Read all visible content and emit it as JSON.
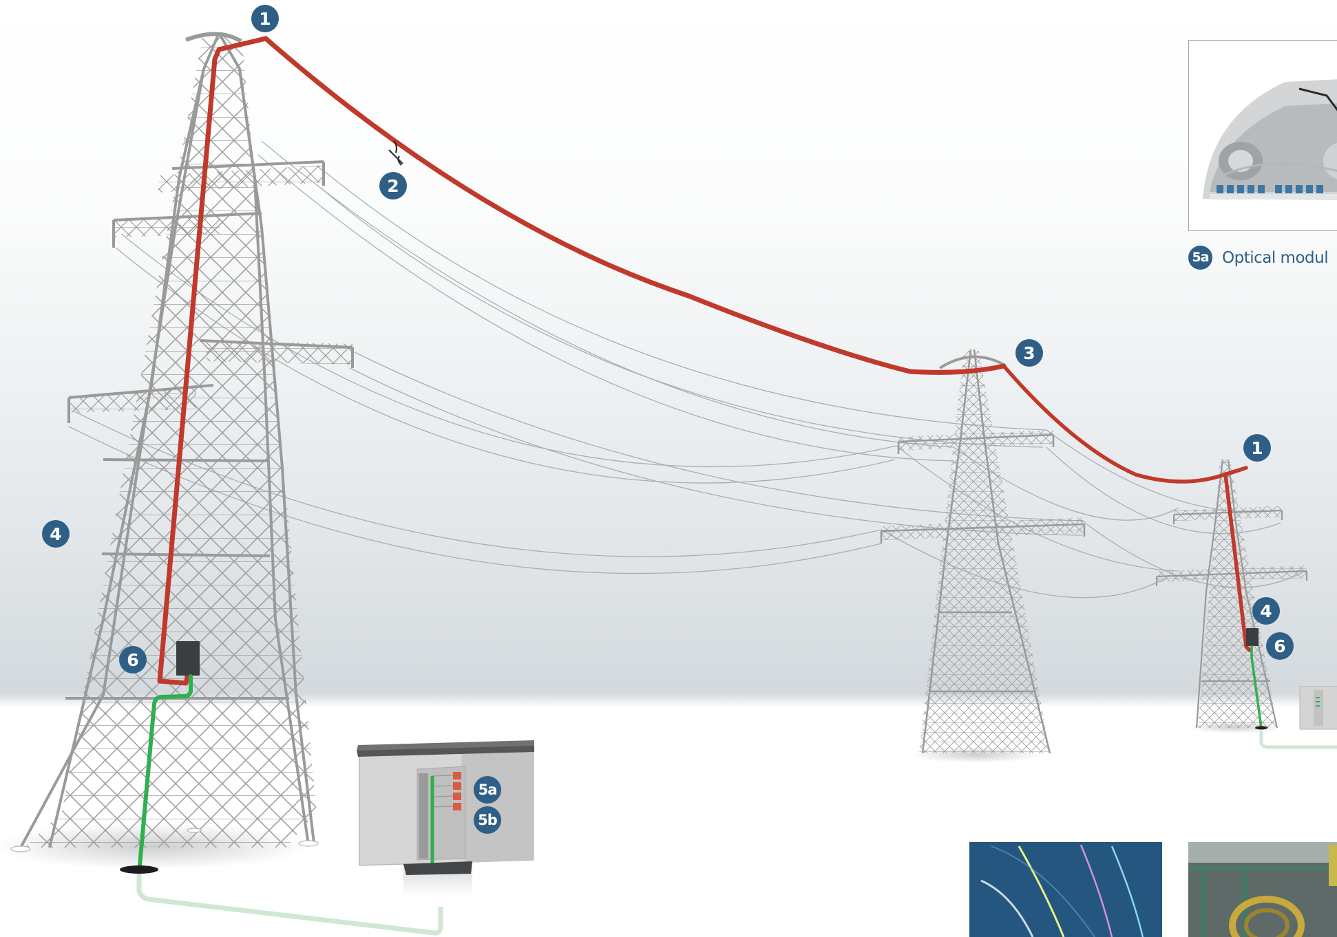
{
  "callouts": {
    "c1_left": "1",
    "c2": "2",
    "c3": "3",
    "c1_right": "1",
    "c4_left": "4",
    "c4_right": "4",
    "c6_left": "6",
    "c6_right": "6",
    "c5a": "5a",
    "c5b": "5b"
  },
  "inset": {
    "badge": "5a",
    "caption": "Optical modul"
  },
  "colors": {
    "opgw_cable": "#c0392b",
    "fiber_cable": "#2eb04f",
    "buried_cable": "#cfe7d3",
    "tower": "#9a9a9a",
    "badge": "#2f5f86",
    "joint_box": "#3c3d3f",
    "cabinet": "#d9d9d9"
  },
  "icons": {
    "joint_box": "joint-box-icon",
    "cabinet": "cabinet-icon",
    "damper": "vibration-damper-icon"
  }
}
